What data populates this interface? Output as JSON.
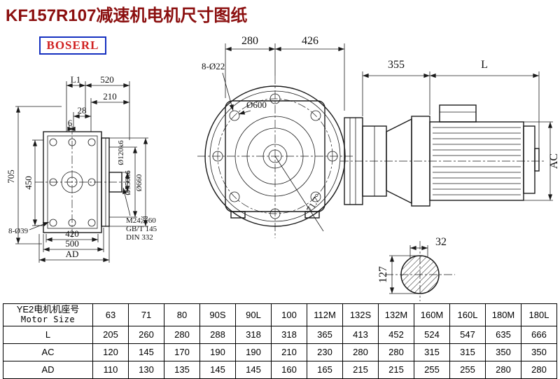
{
  "page": {
    "title": "KF157R107减速机电机尺寸图纸",
    "logo": "BOSERL"
  },
  "drawing": {
    "left_view": {
      "dim_l1": "L1",
      "dim_520": "520",
      "dim_210": "210",
      "dim_28": "28",
      "dim_6": "6",
      "dim_705": "705",
      "dim_450": "450",
      "dim_holes": "8-Ø39",
      "dim_420": "420",
      "dim_500": "500",
      "dim_ad": "AD",
      "shaft_dia": "Ø120k6",
      "flange_dia": "Ø550h6",
      "outer_dia": "Ø660",
      "tap_spec_1": "M24深60",
      "tap_spec_2": "GB/T 145",
      "tap_spec_3": "DIN 332"
    },
    "front_view": {
      "dim_280": "280",
      "dim_426": "426",
      "dim_holes": "8-Ø22",
      "dim_dia": "Ø600",
      "dim_angle": "71.7°"
    },
    "motor_view": {
      "dim_355": "355",
      "dim_l": "L",
      "dim_ac": "AC"
    },
    "shaft_section": {
      "dim_32": "32",
      "dim_127": "127"
    }
  },
  "table": {
    "header": {
      "line1": "YE2电机机座号",
      "line2": "Motor Size"
    },
    "sizes": [
      "63",
      "71",
      "80",
      "90S",
      "90L",
      "100",
      "112M",
      "132S",
      "132M",
      "160M",
      "160L",
      "180M",
      "180L"
    ],
    "rows": [
      {
        "label": "L",
        "values": [
          "205",
          "260",
          "280",
          "288",
          "318",
          "318",
          "365",
          "413",
          "452",
          "524",
          "547",
          "635",
          "666"
        ]
      },
      {
        "label": "AC",
        "values": [
          "120",
          "145",
          "170",
          "190",
          "190",
          "210",
          "230",
          "280",
          "280",
          "315",
          "315",
          "350",
          "350"
        ]
      },
      {
        "label": "AD",
        "values": [
          "110",
          "130",
          "135",
          "145",
          "145",
          "160",
          "165",
          "215",
          "215",
          "255",
          "255",
          "280",
          "280"
        ]
      }
    ]
  }
}
